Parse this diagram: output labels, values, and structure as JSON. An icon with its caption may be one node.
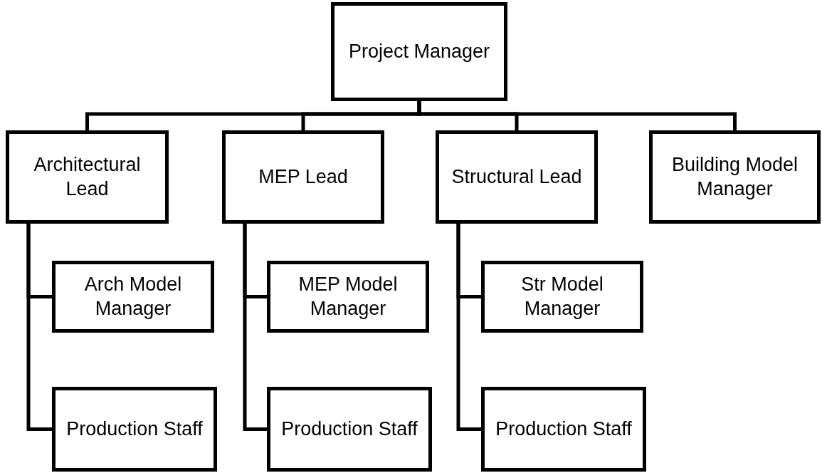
{
  "diagram": {
    "nodes": [
      {
        "text": [
          "Project Manager"
        ]
      },
      {
        "text": [
          "Architectural Lead"
        ]
      },
      {
        "text": [
          "MEP Lead"
        ]
      },
      {
        "text": [
          "Structural Lead"
        ]
      },
      {
        "text": [
          "Building Model Manager"
        ]
      },
      {
        "text": [
          "Arch Model Manager"
        ]
      },
      {
        "text": [
          "MEP Model Manager"
        ]
      },
      {
        "text": [
          "Str Model Manager"
        ]
      },
      {
        "text": [
          "Production Staff"
        ]
      },
      {
        "text": [
          "Production Staff"
        ]
      },
      {
        "text": [
          "Production Staff"
        ]
      }
    ],
    "edges": [
      {
        "from": 0,
        "to": 1,
        "arrow": "none"
      },
      {
        "from": 0,
        "to": 2,
        "arrow": "none"
      },
      {
        "from": 0,
        "to": 3,
        "arrow": "none"
      },
      {
        "from": 0,
        "to": 4,
        "arrow": "none"
      },
      {
        "from": 1,
        "to": 5,
        "arrow": "none"
      },
      {
        "from": 1,
        "to": 8,
        "arrow": "none"
      },
      {
        "from": 2,
        "to": 6,
        "arrow": "none"
      },
      {
        "from": 2,
        "to": 9,
        "arrow": "none"
      },
      {
        "from": 3,
        "to": 7,
        "arrow": "none"
      },
      {
        "from": 3,
        "to": 10,
        "arrow": "none"
      }
    ]
  }
}
